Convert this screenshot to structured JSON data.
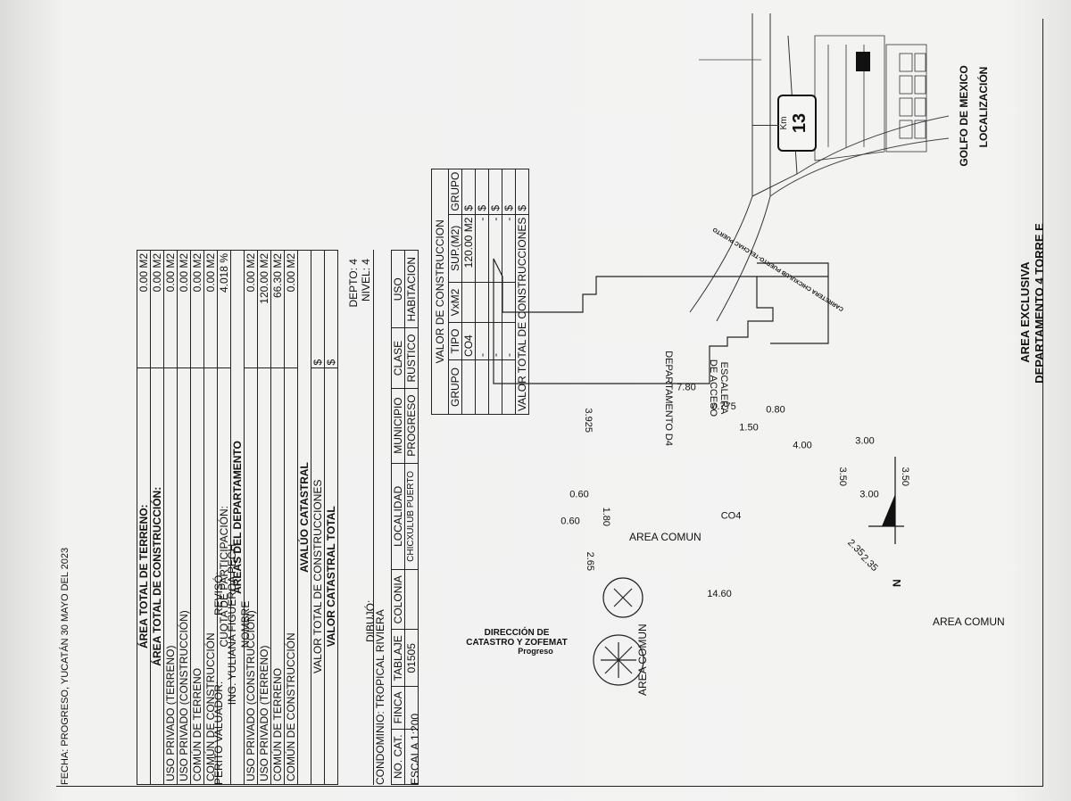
{
  "header": {
    "area_exclusiva": "AREA EXCLUSIVA",
    "departamento": "DEPARTAMENTO 4 TORRE E",
    "localizacion": "LOCALIZACIÓN",
    "golfo": "GOLFO DE MEXICO",
    "carretera": "CARRETERA CHICXULUB PUERTO-TELCHAC PUERTO",
    "km_label": "Km",
    "km_value": "13"
  },
  "plan": {
    "area_comun_top": "AREA COMUN",
    "area_comun_left": "AREA COMUN",
    "area_comun_bottom": "AREA COMUN",
    "escalera": [
      "ESCALERA",
      "DE ACCESO"
    ],
    "departamento": "DEPARTAMENTO D4",
    "code": "CO4",
    "dims": [
      "7.80",
      "0.775",
      "1.50",
      "0.80",
      "4.00",
      "3.00",
      "3.50",
      "3.50",
      "3.00",
      "2.35",
      "2.35",
      "14.60",
      "3.925",
      "0.60",
      "1.80",
      "0.60",
      "2.65"
    ],
    "north": "N"
  },
  "stamp": {
    "line1": "DIRECCIÓN DE",
    "line2": "CATASTRO Y ZOFEMAT",
    "municipio": "Progreso"
  },
  "construccion": {
    "title": "VALOR DE CONSTRUCCION",
    "headers": [
      "GRUPO",
      "TIPO",
      "VxM2",
      "SUP.(M2)",
      "GRUPO"
    ],
    "rows": [
      [
        "",
        "CO4",
        "",
        "120.00 M2",
        "$"
      ],
      [
        "",
        "-",
        "",
        "-",
        "$"
      ],
      [
        "",
        "-",
        "",
        "-",
        "$"
      ],
      [
        "",
        "-",
        "",
        "-",
        "$"
      ]
    ],
    "total_label": "VALOR TOTAL DE CONSTRUCCIONES",
    "total_value": "$"
  },
  "escala": "ESCALA 1:200",
  "datos": {
    "headers": [
      "NO. CAT.",
      "FINCA",
      "TABLAJE",
      "COLONIA",
      "LOCALIDAD",
      "MUNICIPIO",
      "CLASE",
      "USO"
    ],
    "values": [
      "",
      "",
      "01505",
      "",
      "CHICXULUB PUERTO",
      "PROGRESO",
      "RUSTICO",
      "HABITACION"
    ],
    "dibujo": "DIBUJÓ:",
    "condominio_label": "CONDOMINIO:",
    "condominio": "TROPICAL RIVIERA",
    "nivel_label": "NIVEL:",
    "nivel": "4",
    "depto_label": "DEPTO:",
    "depto": "4"
  },
  "areas": {
    "terreno_label": "ÁREA TOTAL DE TERRENO:",
    "terreno": "0.00 M2",
    "construccion_label": "ÁREA TOTAL DE CONSTRUCCIÓN:",
    "construccion": "0.00 M2",
    "rows1": [
      [
        "USO PRIVADO (TERRENO)",
        "0.00 M2"
      ],
      [
        "USO PRIVADO (CONSTRUCCIÓN)",
        "0.00 M2"
      ],
      [
        "COMÚN DE TERRENO",
        "0.00 M2"
      ],
      [
        "COMÚN DE CONSTRUCCIÓN",
        "0.00 M2"
      ]
    ],
    "cuota_label": "CUOTA DE PARTICIPACIÓN:",
    "cuota": "4.018",
    "cuota_unit": "%",
    "depto_title": "ÁREAS DEL DEPARTAMENTO",
    "rows2": [
      [
        "USO PRIVADO (CONSTRUCCIÓN)",
        "0.00 M2"
      ],
      [
        "USO PRIVADO (TERRENO)",
        "120.00 M2"
      ],
      [
        "COMÚN DE TERRENO",
        "66.30 M2"
      ],
      [
        "COMÚN DE CONSTRUCCIÓN",
        "0.00 M2"
      ]
    ],
    "avaluo": "AVALÚO CATASTRAL",
    "valor_construcciones_label": "VALOR TOTAL DE CONSTRUCCIONES",
    "valor_construcciones": "$",
    "valor_catastral_label": "VALOR CATASTRAL TOTAL",
    "valor_catastral": "$"
  },
  "firmas": {
    "nombre_label": "NOMBRE",
    "nombre": "ING. YULIANA FIGUEROA PECH",
    "perito": "PERITO VALUADOR:",
    "reviso": "REVISÓ:",
    "fecha": "FECHA: PROGRESO, YUCATÁN 30 MAYO DEL 2023"
  }
}
